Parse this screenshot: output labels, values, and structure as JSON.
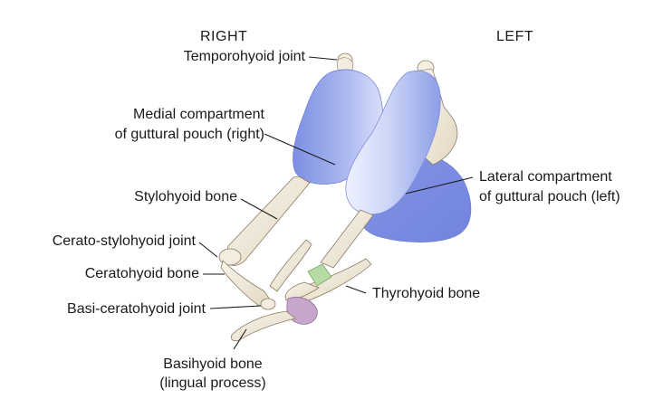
{
  "headings": {
    "right": "RIGHT",
    "left": "LEFT"
  },
  "labels": {
    "temporohyoid_joint": "Temporohyoid joint",
    "medial_compartment_line1": "Medial compartment",
    "medial_compartment_line2": "of guttural pouch (right)",
    "stylohyoid_bone": "Stylohyoid bone",
    "cerato_stylohyoid_joint": "Cerato-stylohyoid joint",
    "ceratohyoid_bone": "Ceratohyoid bone",
    "basi_ceratohyoid_joint": "Basi-ceratohyoid joint",
    "basihyoid_bone_line1": "Basihyoid bone",
    "basihyoid_bone_line2": "(lingual process)",
    "lateral_compartment_line1": "Lateral compartment",
    "lateral_compartment_line2": "of guttural pouch (left)",
    "thyrohyoid_bone": "Thyrohyoid bone"
  },
  "colors": {
    "pouch_blue": "#8c9ce8",
    "pouch_light": "#dfe5fb",
    "bone": "#f3ede0",
    "bone_shadow": "#d8ccb6",
    "bone_outline": "#6b5f4e",
    "thyro_joint_green": "#b7dca3",
    "basihyoid_purple": "#c7a6cc",
    "leader": "#1a1a1a"
  }
}
